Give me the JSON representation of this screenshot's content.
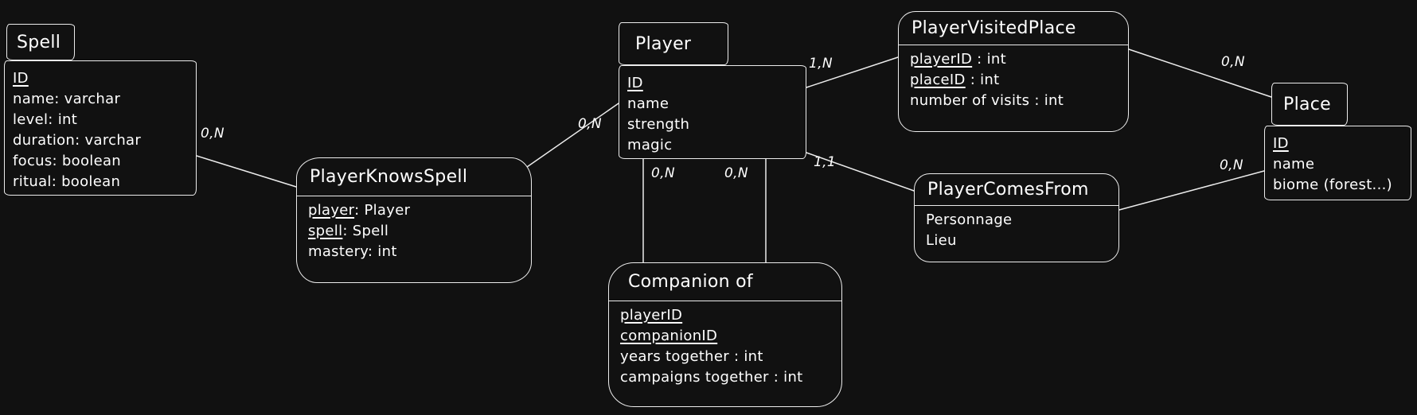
{
  "diagram": {
    "type": "entity-relationship",
    "background_color": "#111111",
    "stroke_color": "#ececec",
    "text_color": "#ffffff"
  },
  "entities": {
    "spell": {
      "title": "Spell",
      "attributes": [
        {
          "key": "ID",
          "rest": ""
        },
        {
          "key": "",
          "rest": "name: varchar"
        },
        {
          "key": "",
          "rest": "level: int"
        },
        {
          "key": "",
          "rest": "duration: varchar"
        },
        {
          "key": "",
          "rest": "focus: boolean"
        },
        {
          "key": "",
          "rest": "ritual: boolean"
        }
      ]
    },
    "player": {
      "title": "Player",
      "attributes": [
        {
          "key": "ID",
          "rest": ""
        },
        {
          "key": "",
          "rest": "name"
        },
        {
          "key": "",
          "rest": "strength"
        },
        {
          "key": "",
          "rest": "magic"
        }
      ]
    },
    "place": {
      "title": "Place",
      "attributes": [
        {
          "key": "ID",
          "rest": ""
        },
        {
          "key": "",
          "rest": "name"
        },
        {
          "key": "",
          "rest": "biome (forest...)"
        }
      ]
    }
  },
  "relationships": {
    "player_knows_spell": {
      "title": "PlayerKnowsSpell",
      "attributes": [
        {
          "key": "player",
          "rest": ": Player"
        },
        {
          "key": "spell",
          "rest": ": Spell"
        },
        {
          "key": "",
          "rest": "mastery: int"
        }
      ]
    },
    "player_visited_place": {
      "title": "PlayerVisitedPlace",
      "attributes": [
        {
          "key": "playerID",
          "rest": " : int"
        },
        {
          "key": "placeID",
          "rest": " : int"
        },
        {
          "key": "",
          "rest": "number of visits : int"
        }
      ]
    },
    "player_comes_from": {
      "title": "PlayerComesFrom",
      "attributes": [
        {
          "key": "",
          "rest": "Personnage"
        },
        {
          "key": "",
          "rest": "Lieu"
        }
      ]
    },
    "companion_of": {
      "title": "Companion of",
      "attributes": [
        {
          "key": "playerID",
          "rest": ""
        },
        {
          "key": "companionID",
          "rest": ""
        },
        {
          "key": "",
          "rest": "years together : int"
        },
        {
          "key": "",
          "rest": "campaigns together : int"
        }
      ]
    }
  },
  "cardinalities": {
    "spell_to_knows": "0,N",
    "knows_to_player": "0,N",
    "player_to_visited": "1,N",
    "visited_to_place": "0,N",
    "player_to_comesfrom": "1,1",
    "comesfrom_to_place": "0,N",
    "player_to_companion_left": "0,N",
    "player_to_companion_right": "0,N"
  }
}
